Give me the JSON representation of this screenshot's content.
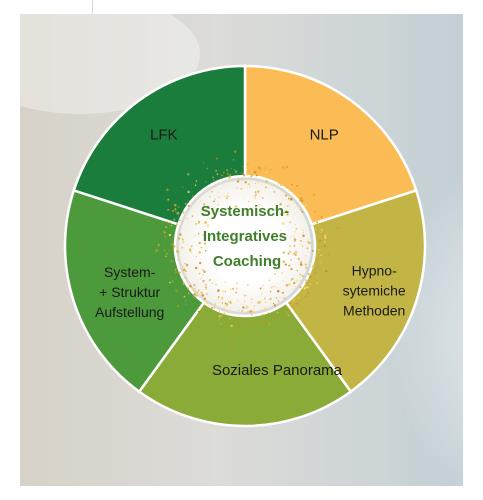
{
  "center": {
    "lines": [
      "Systemisch-",
      "Integratives",
      "Coaching"
    ]
  },
  "segments": [
    {
      "id": "lfk",
      "lines": [
        "LFK"
      ],
      "color": "#1b7d3c"
    },
    {
      "id": "nlp",
      "lines": [
        "NLP"
      ],
      "color": "#fbbc55"
    },
    {
      "id": "hypno",
      "lines": [
        "Hypno-",
        "sytemiche",
        "Methoden"
      ],
      "color": "#c2b545"
    },
    {
      "id": "soziales",
      "lines": [
        "Soziales Panorama"
      ],
      "color": "#8aab38"
    },
    {
      "id": "system",
      "lines": [
        "System-",
        "+ Struktur",
        "Aufstellung"
      ],
      "color": "#4d9a3c"
    }
  ]
}
